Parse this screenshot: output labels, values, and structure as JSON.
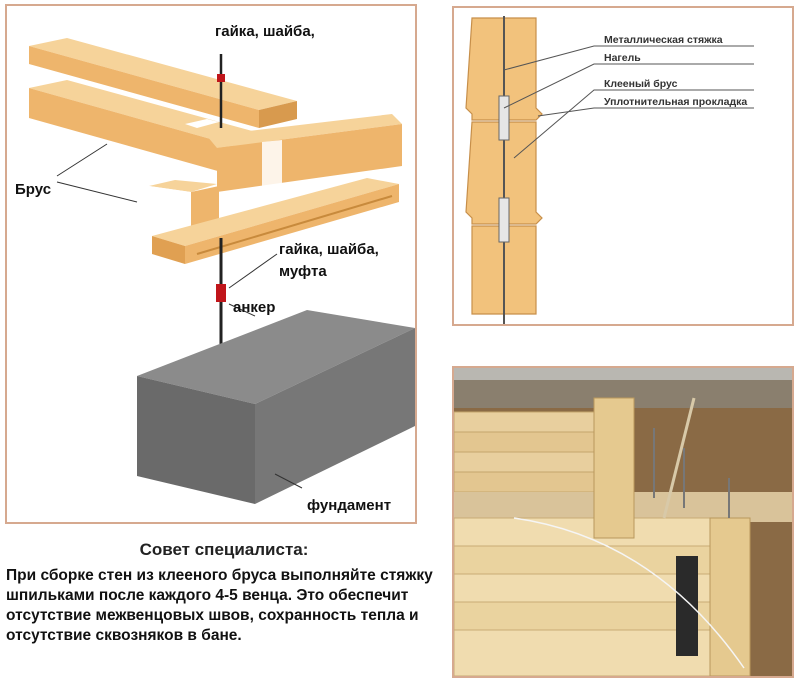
{
  "left_diagram": {
    "label_nut_washer_top": "гайка, шайба,",
    "label_beam": "Брус",
    "label_nut_washer_bottom_1": "гайка, шайба,",
    "label_nut_washer_bottom_2": "муфта",
    "label_anchor": "анкер",
    "label_foundation": "фундамент"
  },
  "section_diagram": {
    "labels": [
      "Металлическая стяжка",
      "Нагель",
      "Клееный брус",
      "Уплотнительная прокладка"
    ]
  },
  "tip": {
    "title": "Совет специалиста:",
    "text": "При сборке стен из клееного бруса выполняйте стяжку шпильками после каждого 4-5 венца. Это обеспечит отсутствие межвенцовых швов, сохранность тепла и отсутствие сквозняков в бане."
  },
  "colors": {
    "wood": "#f2c27c",
    "wood_dark": "#e0a052",
    "concrete": "#6f6f6f",
    "border": "#d6a98f"
  }
}
